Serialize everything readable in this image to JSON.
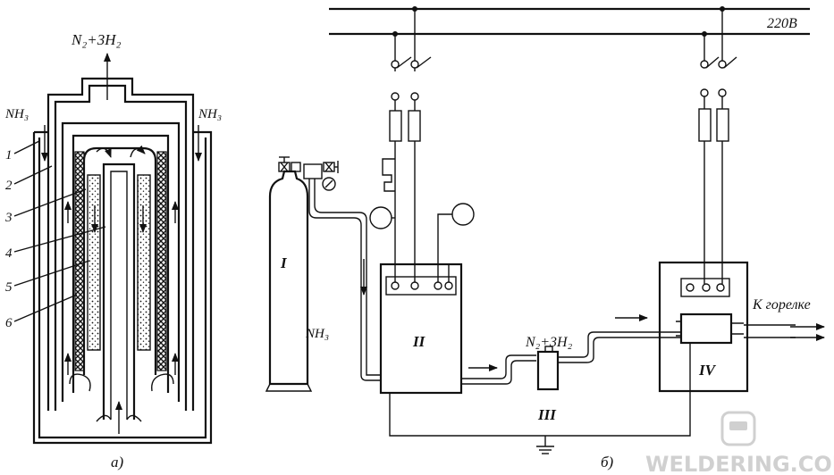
{
  "left_diagram": {
    "gas_out": "N₂+3H₂",
    "nh3_left": "NH₃",
    "nh3_right": "NH₃",
    "numbers": [
      "1",
      "2",
      "3",
      "4",
      "5",
      "6"
    ],
    "caption": "а)"
  },
  "right_diagram": {
    "voltage": "220В",
    "cylinder_label": "I",
    "cylinder_gas": "NH₃",
    "unit_2": "II",
    "unit_3": "III",
    "unit_4": "IV",
    "gas_mix": "N₂+3H₂",
    "to_burner": "К горелке",
    "caption": "б)"
  },
  "watermark": "WELDERING.COM",
  "icons": [
    "welder-mask-icon",
    "arrow-icon",
    "ground-icon",
    "gauge-icon",
    "valve-icon"
  ]
}
